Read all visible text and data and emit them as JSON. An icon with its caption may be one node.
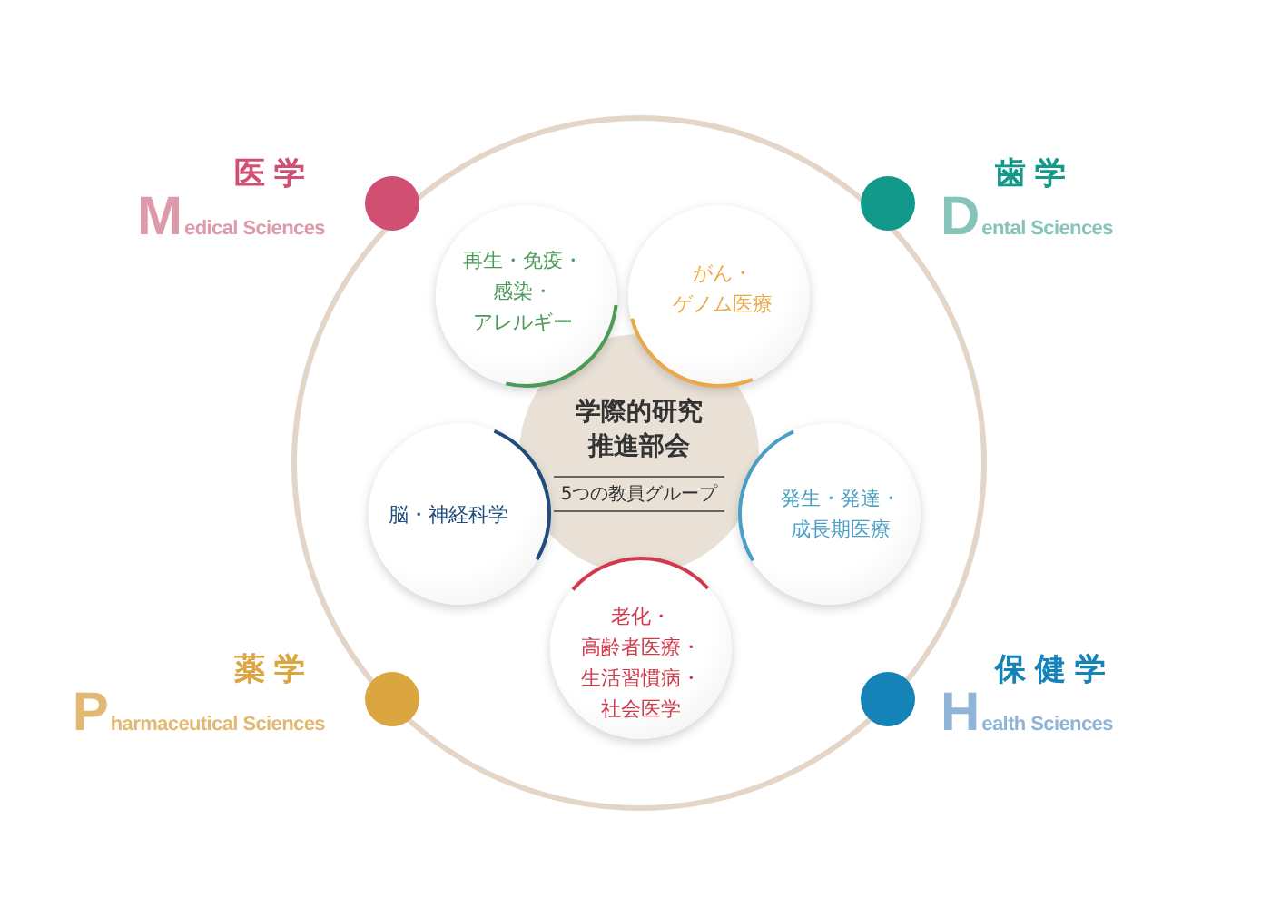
{
  "diagram": {
    "nodes": [
      {
        "text": [
          "学際的研究推進部会",
          "5つの教員グループ"
        ]
      },
      {
        "text": [
          "再生・免疫・感染・アレルギー"
        ]
      },
      {
        "text": [
          "がん・ゲノム医療"
        ]
      },
      {
        "text": [
          "脳・神経科学"
        ]
      },
      {
        "text": [
          "発生・発達・成長期医療"
        ]
      },
      {
        "text": [
          "老化・高齢者医療・生活習慣病・社会医学"
        ]
      },
      {
        "text": [],
        "shape": "circle",
        "beside": [
          "医学",
          "Medical Sciences"
        ]
      },
      {
        "text": [],
        "shape": "circle",
        "beside": [
          "歯学",
          "Dental Sciences"
        ]
      },
      {
        "text": [],
        "shape": "circle",
        "beside": [
          "薬学",
          "Pharmaceutical Sciences"
        ]
      },
      {
        "text": [],
        "shape": "circle",
        "beside": [
          "保健学",
          "Health Sciences"
        ]
      }
    ],
    "edges": []
  }
}
